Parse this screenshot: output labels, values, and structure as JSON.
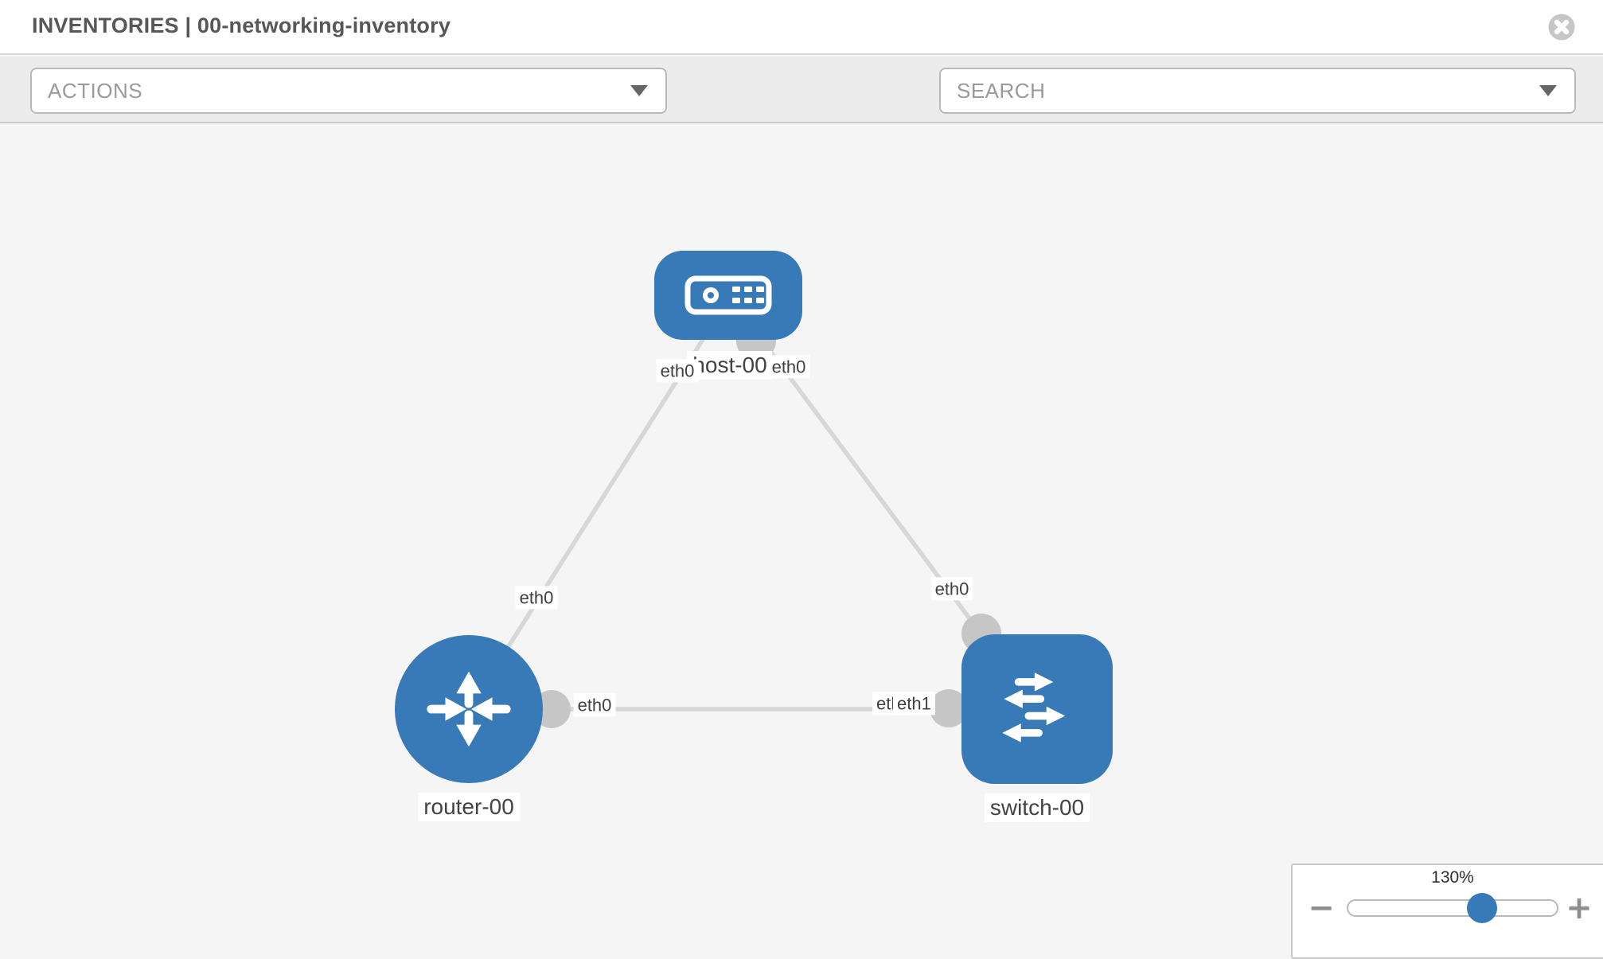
{
  "header": {
    "title": "INVENTORIES | 00-networking-inventory"
  },
  "toolbar": {
    "actions_label": "ACTIONS",
    "search_label": "SEARCH"
  },
  "graph": {
    "nodes": [
      {
        "id": "host-00",
        "type": "host",
        "label": "host-00"
      },
      {
        "id": "router-00",
        "type": "router",
        "label": "router-00"
      },
      {
        "id": "switch-00",
        "type": "switch",
        "label": "switch-00"
      }
    ],
    "edges": [
      {
        "from": "host-00",
        "to": "router-00",
        "from_interface": "eth0",
        "to_interface": "eth0"
      },
      {
        "from": "host-00",
        "to": "switch-00",
        "from_interface": "eth0",
        "to_interface": "eth0"
      },
      {
        "from": "router-00",
        "to": "switch-00",
        "from_interface": "eth0",
        "to_interface": "eth1"
      }
    ],
    "overlapped_label": {
      "text": "eth0"
    }
  },
  "zoom_control": {
    "level": "130%",
    "zoom_out_label": "−",
    "zoom_in_label": "+"
  },
  "icons": {
    "close": "close-circle-icon",
    "toolbar": [
      "wrench-icon",
      "key-icon"
    ],
    "dropdown_caret": "chevron-down-icon",
    "node_host": "host-icon",
    "node_router": "router-icon",
    "node_switch": "switch-icon"
  },
  "colors": {
    "node_blue": "#3879b7",
    "link_gray": "#d7d7d7",
    "connector_gray": "#c6c6c6",
    "canvas_bg": "#f5f5f5",
    "toolbar_bg": "#ececec",
    "slider_thumb_blue": "#3879b7"
  }
}
